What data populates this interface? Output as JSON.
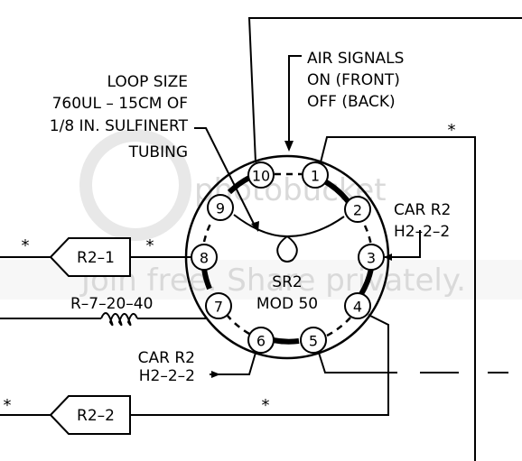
{
  "valve": {
    "name": "SR2",
    "model": "MOD 50",
    "ports": [
      "1",
      "2",
      "3",
      "4",
      "5",
      "6",
      "7",
      "8",
      "9",
      "10"
    ]
  },
  "labels": {
    "air_signals": [
      "AIR SIGNALS",
      "ON (FRONT)",
      "OFF (BACK)"
    ],
    "loop_size": [
      "LOOP SIZE",
      "760UL – 15CM OF",
      "1/8 IN. SULFINERT",
      "TUBING"
    ],
    "car_r2_right": [
      "CAR R2",
      "H2–2–2"
    ],
    "car_r2_bottom": [
      "CAR R2",
      "H2–2–2"
    ],
    "restrictor": "R–7–20–40"
  },
  "boxes": {
    "r2_1": "R2–1",
    "r2_2": "R2–2"
  },
  "stars": {
    "top_right": "*",
    "left_outer": "*",
    "left_inner": "*",
    "bottom_left": "*",
    "bottom_mid": "*"
  },
  "watermark": {
    "line1": "photobucket",
    "line2": "Join free. Share privately."
  }
}
